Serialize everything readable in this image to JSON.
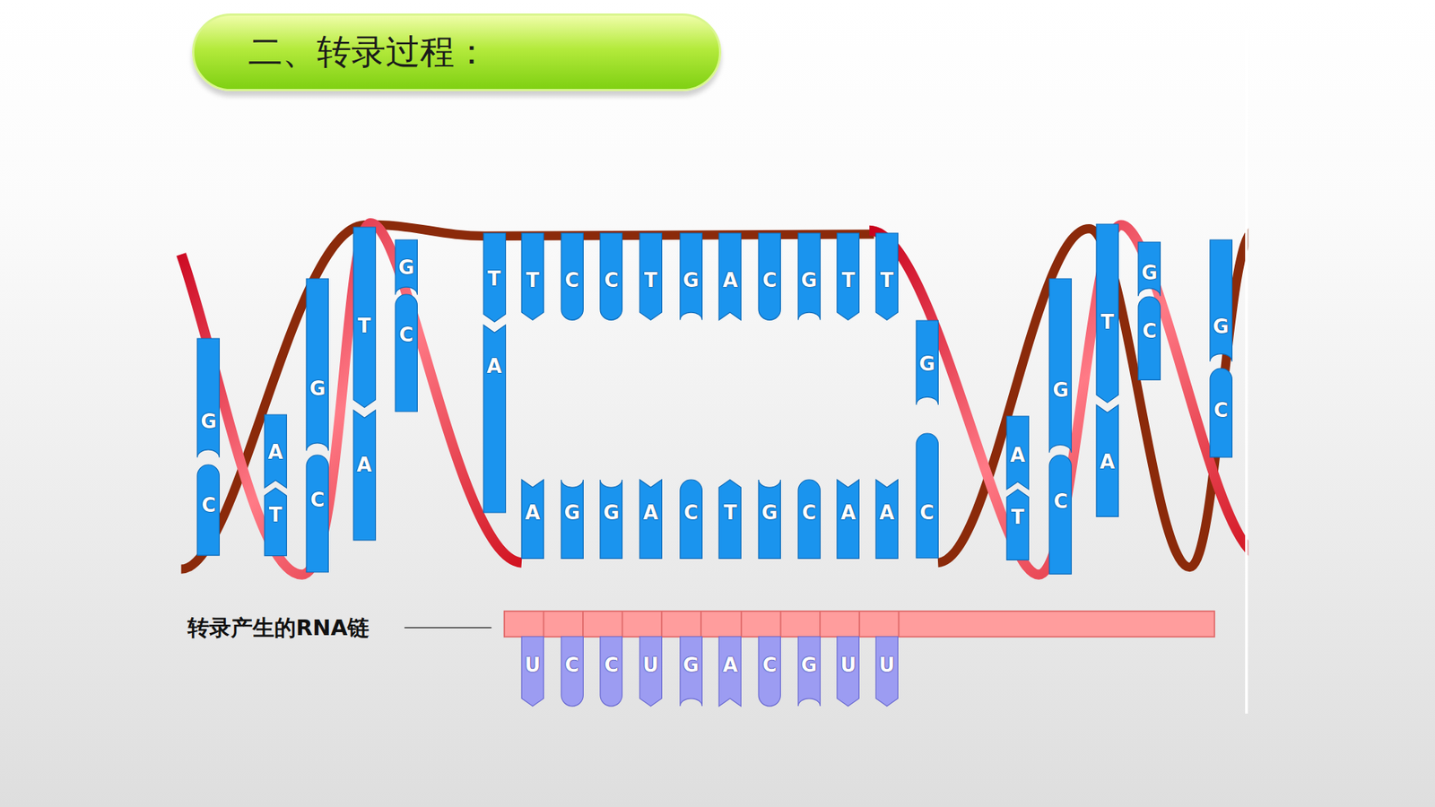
{
  "diagram": {
    "title": "二、转录过程：",
    "nodes": [
      {
        "text": [
          "G"
        ]
      },
      {
        "text": [
          "C"
        ]
      },
      {
        "text": [
          "A"
        ]
      },
      {
        "text": [
          "T"
        ]
      },
      {
        "text": [
          "G"
        ]
      },
      {
        "text": [
          "C"
        ]
      },
      {
        "text": [
          "T"
        ]
      },
      {
        "text": [
          "A"
        ]
      },
      {
        "text": [
          "G"
        ]
      },
      {
        "text": [
          "C"
        ]
      },
      {
        "text": [
          "T"
        ]
      },
      {
        "text": [
          "A"
        ]
      },
      {
        "text": [
          "T"
        ]
      },
      {
        "text": [
          "C"
        ]
      },
      {
        "text": [
          "C"
        ]
      },
      {
        "text": [
          "T"
        ]
      },
      {
        "text": [
          "G"
        ]
      },
      {
        "text": [
          "A"
        ]
      },
      {
        "text": [
          "C"
        ]
      },
      {
        "text": [
          "G"
        ]
      },
      {
        "text": [
          "T"
        ]
      },
      {
        "text": [
          "T"
        ]
      },
      {
        "text": [
          "G"
        ]
      },
      {
        "text": [
          "A"
        ]
      },
      {
        "text": [
          "G"
        ]
      },
      {
        "text": [
          "G"
        ]
      },
      {
        "text": [
          "A"
        ]
      },
      {
        "text": [
          "C"
        ]
      },
      {
        "text": [
          "T"
        ]
      },
      {
        "text": [
          "G"
        ]
      },
      {
        "text": [
          "C"
        ]
      },
      {
        "text": [
          "A"
        ]
      },
      {
        "text": [
          "A"
        ]
      },
      {
        "text": [
          "C"
        ]
      },
      {
        "text": [
          "A"
        ]
      },
      {
        "text": [
          "T"
        ]
      },
      {
        "text": [
          "G"
        ]
      },
      {
        "text": [
          "C"
        ]
      },
      {
        "text": [
          "T"
        ]
      },
      {
        "text": [
          "A"
        ]
      },
      {
        "text": [
          "G"
        ]
      },
      {
        "text": [
          "C"
        ]
      },
      {
        "text": [
          "G"
        ]
      },
      {
        "text": [
          "C"
        ]
      },
      {
        "text": [
          "U"
        ]
      },
      {
        "text": [
          "C"
        ]
      },
      {
        "text": [
          "C"
        ]
      },
      {
        "text": [
          "U"
        ]
      },
      {
        "text": [
          "G"
        ]
      },
      {
        "text": [
          "A"
        ]
      },
      {
        "text": [
          "C"
        ]
      },
      {
        "text": [
          "G"
        ]
      },
      {
        "text": [
          "U"
        ]
      },
      {
        "text": [
          "U"
        ]
      }
    ],
    "labels": [
      "转录产生的RNA链"
    ]
  }
}
